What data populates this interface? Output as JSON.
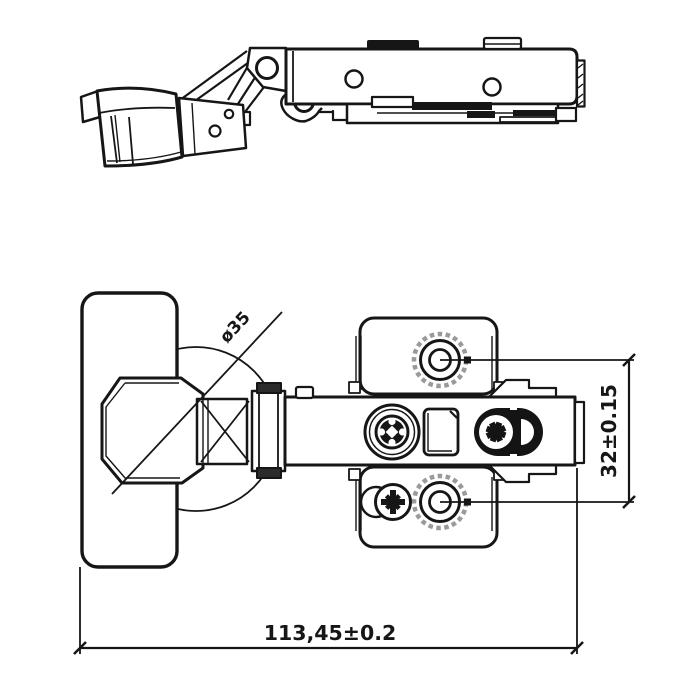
{
  "drawing": {
    "type": "technical-drawing",
    "subject": "concealed-cabinet-hinge",
    "dimensions": {
      "cup_diameter": "ø35",
      "mounting_hole_spacing": "32±0.15",
      "overall_length": "113,45±0.2"
    },
    "colors": {
      "ink": "#161616",
      "paper": "#ffffff",
      "screw_collar_gray": "#9a9a9a"
    }
  }
}
